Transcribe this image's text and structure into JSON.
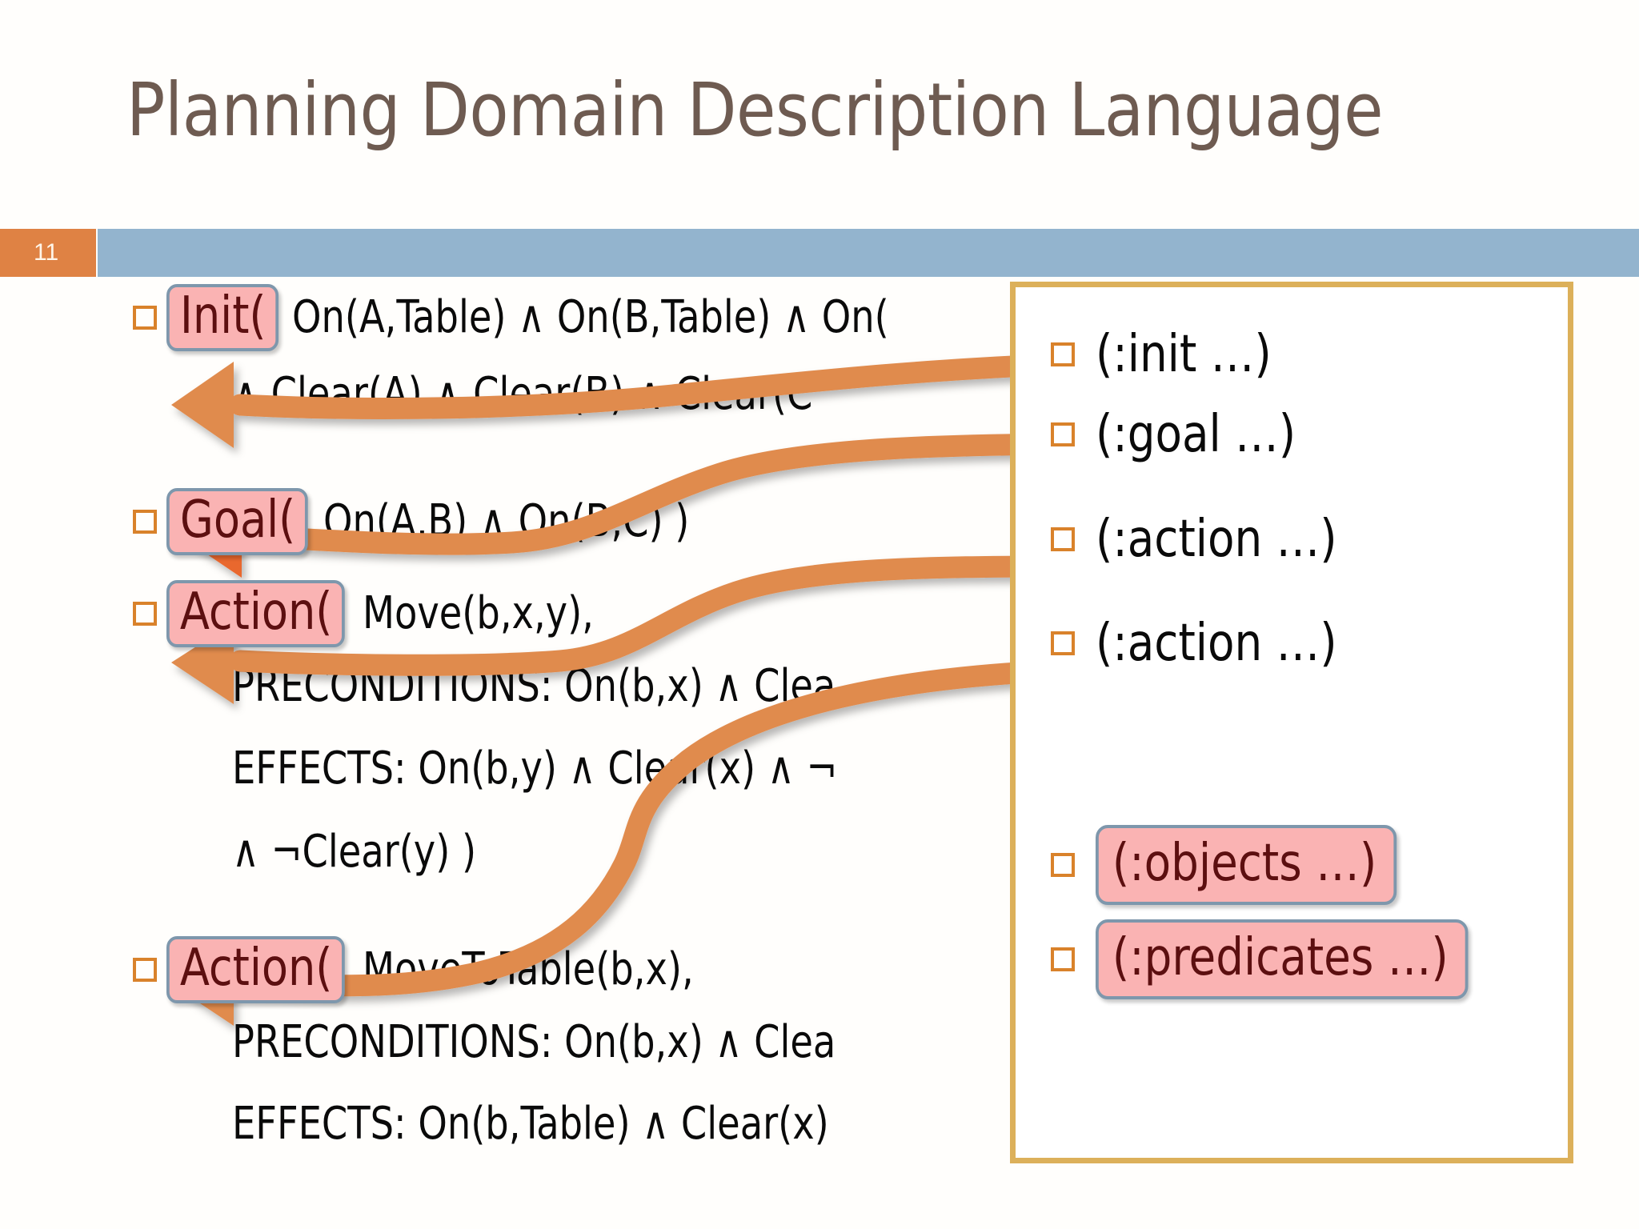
{
  "slide": {
    "title": "Planning Domain Description Language",
    "number": "11",
    "accent_orange": "#DF8244",
    "accent_blue": "#93B4CE",
    "title_color": "#6E5B51",
    "panel_border_color": "#DCB05A",
    "tag_fill": "#FAB3B3",
    "tag_border": "#7E97AC",
    "tag_text_color": "#5C0F10",
    "arrow_color": "#E08B4E"
  },
  "left": {
    "items": [
      {
        "bullet": "square-bullet",
        "tag": "Init(",
        "text": "On(A,Table) ∧ On(B,Table) ∧ On(",
        "sub_lines": [
          "∧  Clear(A) ∧ Clear(B) ∧ Clear(C"
        ]
      },
      {
        "bullet": "square-bullet",
        "tag": "Goal(",
        "text": "On(A,B) ∧ On(B,C) )",
        "sub_lines": []
      },
      {
        "bullet": "square-bullet",
        "tag": "Action(",
        "text": "Move(b,x,y),",
        "sub_lines": [
          "PRECONDITIONS: On(b,x) ∧ Clea",
          "EFFECTS: On(b,y) ∧ Clear(x) ∧ ¬",
          " ∧ ¬Clear(y) )"
        ]
      },
      {
        "bullet": "square-bullet",
        "tag": "Action(",
        "text": "MoveToTable(b,x),",
        "sub_lines": [
          "PRECONDITIONS: On(b,x) ∧ Clea",
          "EFFECTS: On(b,Table) ∧ Clear(x) "
        ]
      }
    ]
  },
  "panel": {
    "items": [
      {
        "bullet": "square-bullet",
        "label": "(:init …)",
        "highlighted": false
      },
      {
        "bullet": "square-bullet",
        "label": "(:goal …)",
        "highlighted": false
      },
      {
        "bullet": "square-bullet",
        "label": "(:action …)",
        "highlighted": false
      },
      {
        "bullet": "square-bullet",
        "label": "(:action …)",
        "highlighted": false
      },
      {
        "bullet": "square-bullet",
        "label": "(:objects …)",
        "highlighted": true
      },
      {
        "bullet": "square-bullet",
        "label": "(:predicates …)",
        "highlighted": true
      }
    ]
  }
}
